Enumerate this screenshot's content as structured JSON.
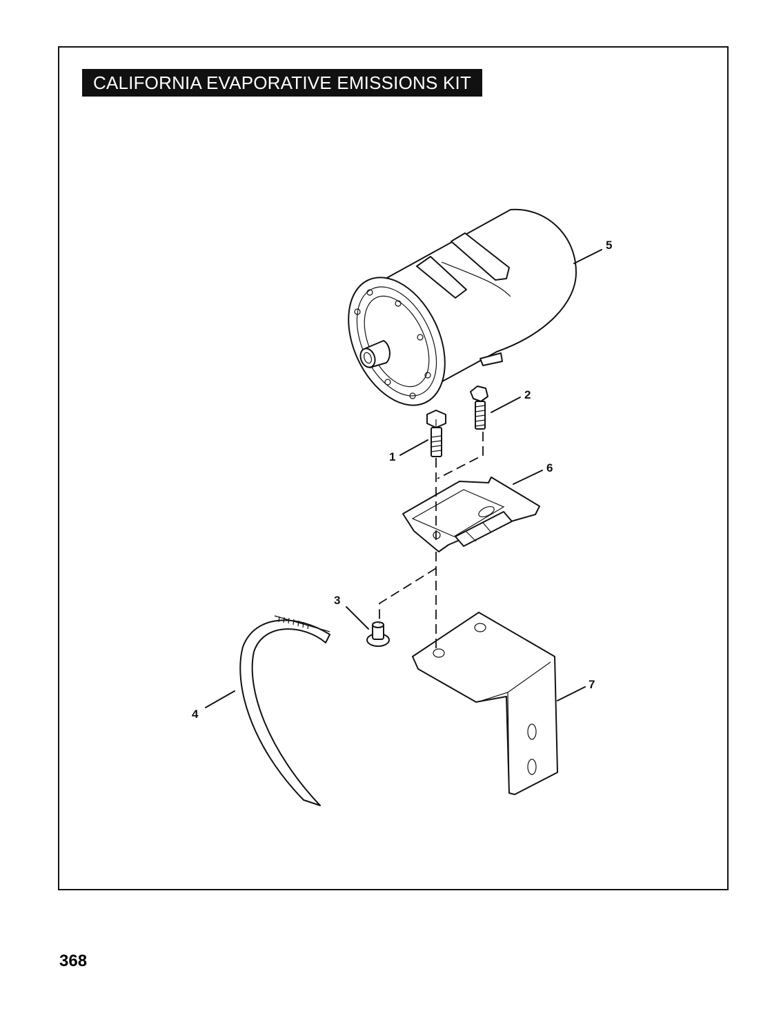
{
  "title": "CALIFORNIA EVAPORATIVE EMISSIONS KIT",
  "page_number": "368",
  "callouts": [
    "1",
    "2",
    "3",
    "4",
    "5",
    "6",
    "7"
  ]
}
